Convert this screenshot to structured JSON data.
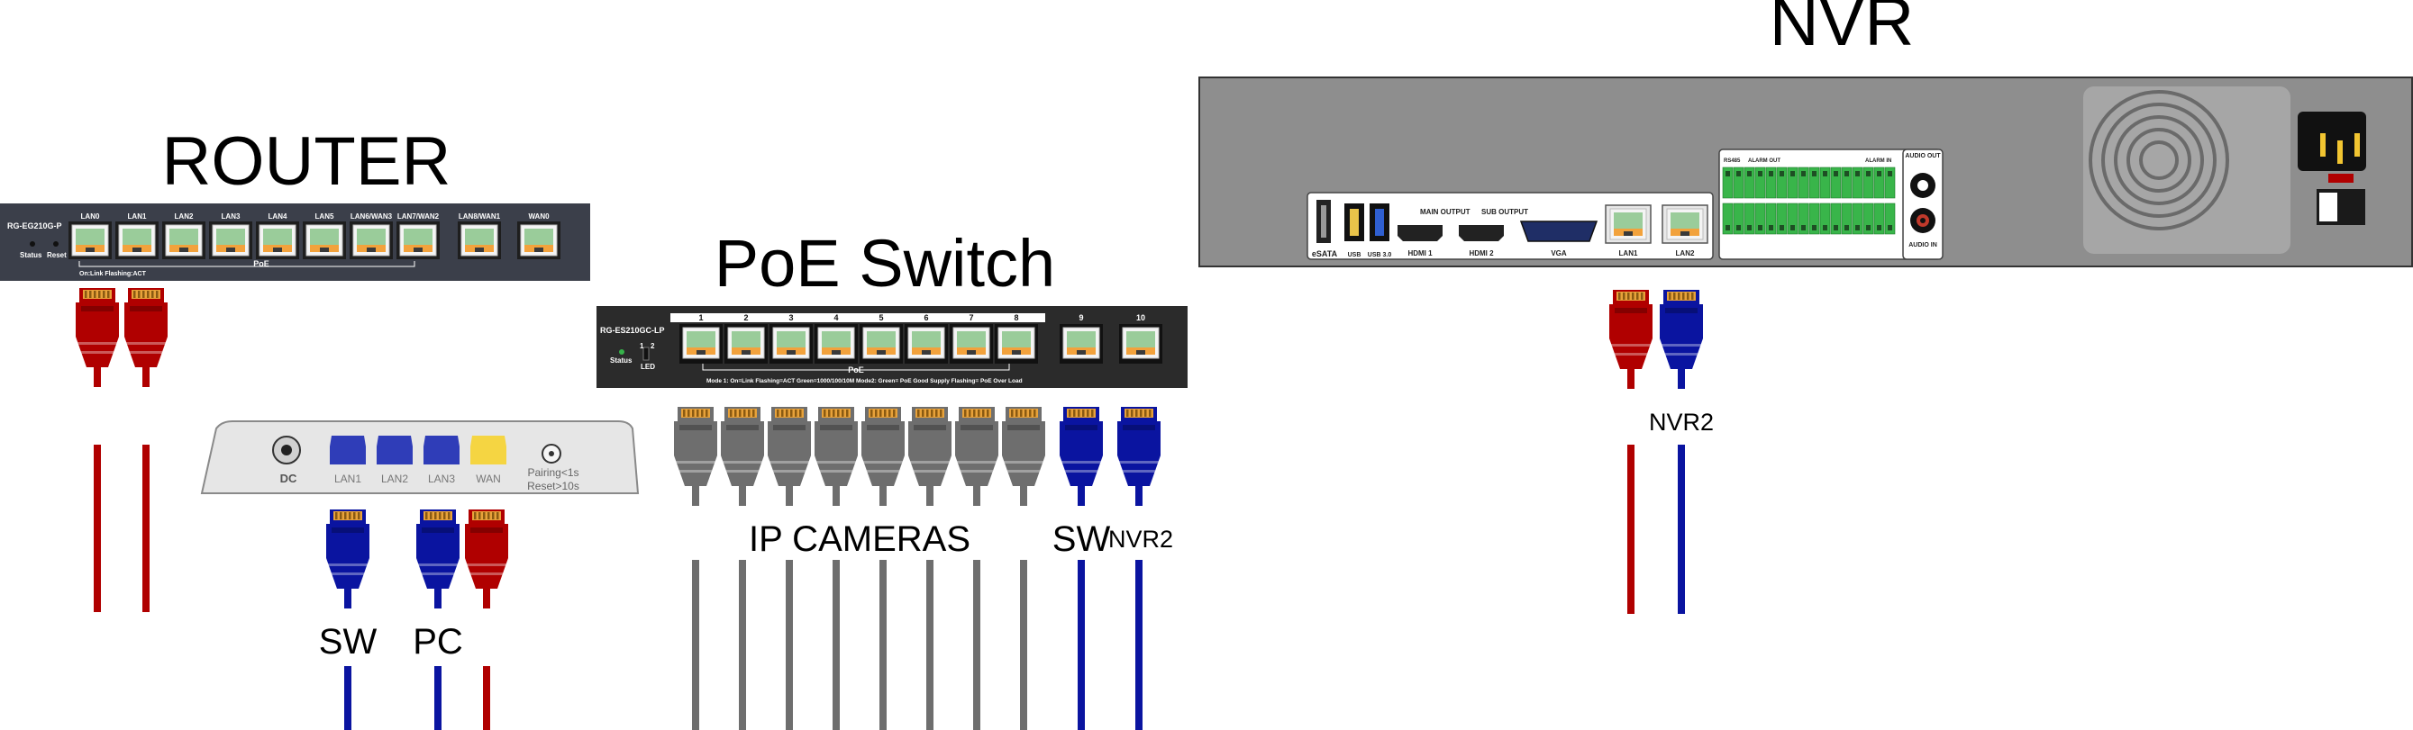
{
  "titles": {
    "router": "ROUTER",
    "switch": "PoE Switch",
    "nvr": "NVR"
  },
  "router": {
    "model": "RG-EG210G-P",
    "status_label": "Status",
    "reset_label": "Reset",
    "ports": [
      "LAN0",
      "LAN1",
      "LAN2",
      "LAN3",
      "LAN4",
      "LAN5",
      "LAN6/WAN3",
      "LAN7/WAN2",
      "LAN8/WAN1",
      "WAN0"
    ],
    "poe_label": "PoE",
    "legend": "On:Link Flashing:ACT"
  },
  "ap": {
    "dc": "DC",
    "ports": [
      "LAN1",
      "LAN2",
      "LAN3",
      "WAN"
    ],
    "pairing": "Pairing<1s",
    "reset": "Reset>10s"
  },
  "switch": {
    "model": "RG-ES210GC-LP",
    "status_label": "Status",
    "led_label": "LED",
    "mode_numbers": [
      "1",
      "2"
    ],
    "ports": [
      "1",
      "2",
      "3",
      "4",
      "5",
      "6",
      "7",
      "8",
      "9",
      "10"
    ],
    "poe_label": "PoE",
    "legend": "Mode 1: On=Link Flashing=ACT  Green=1000/100/10M   Mode2: Green= PoE Good Supply Flashing= PoE Over Load"
  },
  "nvr": {
    "esata": "eSATA",
    "usb1": "USB",
    "usb2": "USB 3.0",
    "main_output": "MAIN OUTPUT",
    "sub_output": "SUB OUTPUT",
    "hdmi1": "HDMI 1",
    "hdmi2": "HDMI 2",
    "vga": "VGA",
    "lan1": "LAN1",
    "lan2": "LAN2",
    "rs485": "RS485",
    "alarm_out": "ALARM OUT",
    "alarm_in": "ALARM IN",
    "audio_out": "AUDIO OUT",
    "audio_in": "AUDIO IN"
  },
  "labels": {
    "sw": "SW",
    "pc": "PC",
    "ip_cameras": "IP CAMERAS",
    "sw2": "SW",
    "nvr2_switch": "NVR2",
    "nvr2_nvr": "NVR2"
  },
  "colors": {
    "red": "#b00000",
    "blue": "#0a14a0",
    "gray": "#6e6e6e",
    "yellow": "#f5d542",
    "router_body": "#3b3f4a",
    "switch_body": "#2b2b2b",
    "nvr_body": "#8e8e8e",
    "port_green": "#8fc48f",
    "port_orange": "#f2a23c"
  }
}
